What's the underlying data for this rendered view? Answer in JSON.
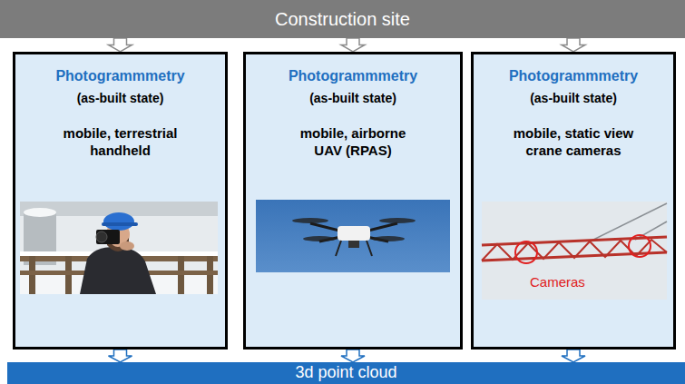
{
  "diagram": {
    "nodes": [
      {
        "text": [
          "Construction site"
        ]
      },
      {
        "text": [
          "Photogrammmetry",
          "(as-built state)",
          "mobile, terrestrial handheld"
        ]
      },
      {
        "text": [
          "Photogrammmetry",
          "(as-built state)",
          "mobile, airborne UAV (RPAS)"
        ]
      },
      {
        "text": [
          "Photogrammmetry",
          "(as-built state)",
          "mobile, static view crane cameras"
        ]
      },
      {
        "text": [
          "3d point cloud"
        ]
      }
    ],
    "edges": [
      {
        "from": 0,
        "to": 1,
        "arrow": "to"
      },
      {
        "from": 0,
        "to": 2,
        "arrow": "to"
      },
      {
        "from": 0,
        "to": 3,
        "arrow": "to"
      },
      {
        "from": 1,
        "to": 4,
        "arrow": "to"
      },
      {
        "from": 2,
        "to": 4,
        "arrow": "to"
      },
      {
        "from": 3,
        "to": 4,
        "arrow": "to"
      }
    ],
    "labels": [
      "Cameras"
    ]
  }
}
